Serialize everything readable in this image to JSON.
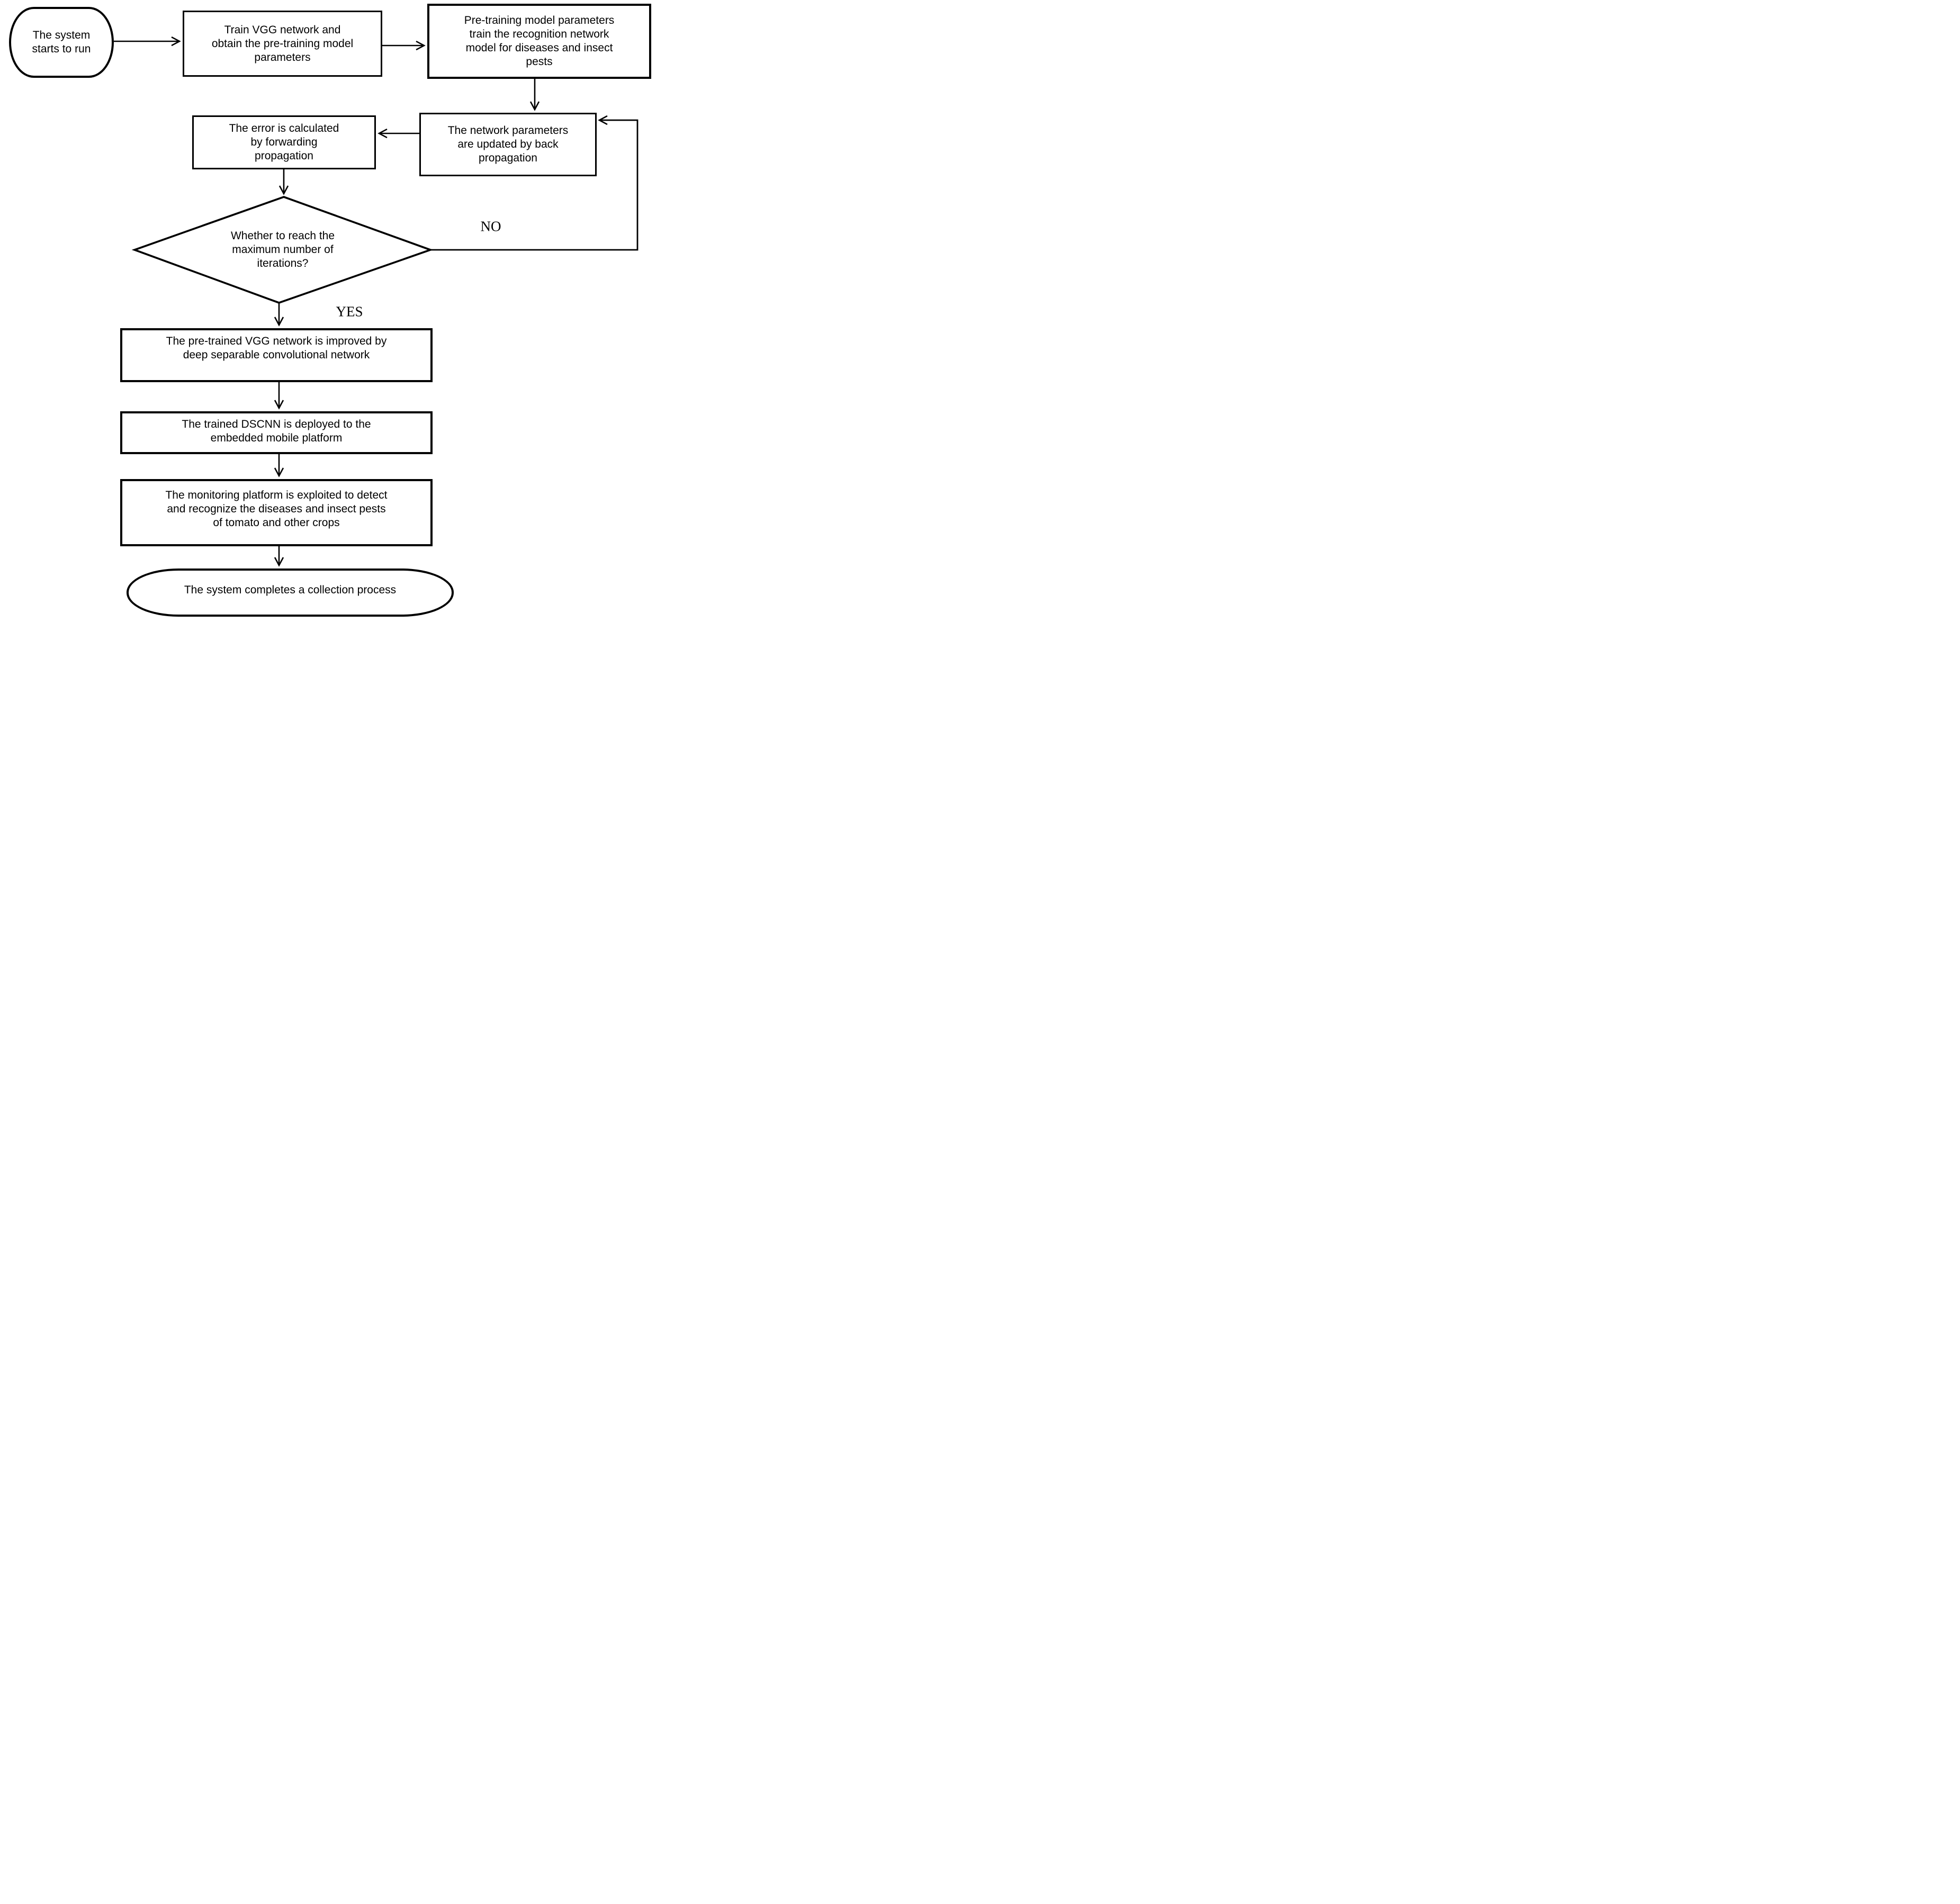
{
  "diagram_title": "DSCNN crop disease recognition system flowchart",
  "colors": {
    "background": "#ffffff",
    "line": "#000000",
    "text": "#000000"
  },
  "nodes": {
    "start": {
      "type": "terminator",
      "lines": [
        "The system",
        "starts to run"
      ]
    },
    "train": {
      "type": "process",
      "lines": [
        "Train VGG network and",
        "obtain the pre-training model",
        "parameters"
      ]
    },
    "pretrain": {
      "type": "process",
      "lines": [
        "Pre-training model parameters",
        "train the recognition network",
        "model for diseases and insect",
        "pests"
      ]
    },
    "error": {
      "type": "process",
      "lines": [
        "The error is calculated",
        "by forwarding",
        "propagation"
      ]
    },
    "backprop": {
      "type": "process",
      "lines": [
        "The network parameters",
        "are updated by back",
        "propagation"
      ]
    },
    "decision": {
      "type": "decision",
      "lines": [
        "Whether to reach the",
        "maximum number of",
        "iterations?"
      ]
    },
    "improve": {
      "type": "process",
      "lines": [
        "The pre-trained VGG network is improved by",
        "deep separable convolutional network"
      ]
    },
    "deploy": {
      "type": "process",
      "lines": [
        "The trained DSCNN is deployed to the",
        "embedded mobile platform"
      ]
    },
    "monitor": {
      "type": "process",
      "lines": [
        "The monitoring platform is exploited to detect",
        "and recognize the diseases and insect pests",
        "of tomato and other crops"
      ]
    },
    "end": {
      "type": "terminator",
      "lines": [
        "The system completes a collection process"
      ]
    }
  },
  "labels": {
    "yes": "YES",
    "no": "NO"
  }
}
